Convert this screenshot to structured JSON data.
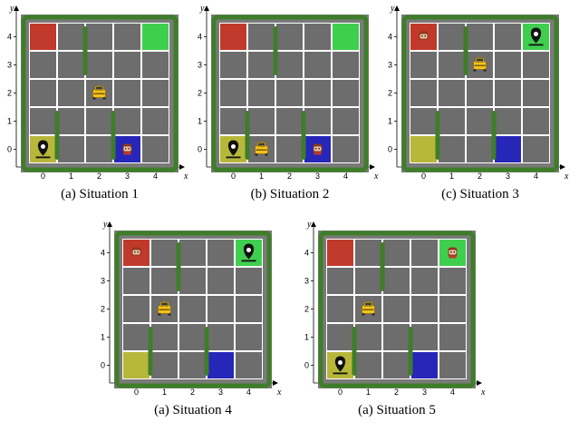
{
  "colors": {
    "red": "#c0392b",
    "green": "#3fcf4f",
    "yellow": "#b7b73a",
    "blue": "#2626b8",
    "floor": "#6d6d6d",
    "hedge": "#3f7d2a"
  },
  "axes": {
    "x_label": "x",
    "y_label": "y",
    "x_ticks": [
      "0",
      "1",
      "2",
      "3",
      "4"
    ],
    "y_ticks": [
      "0",
      "1",
      "2",
      "3",
      "4"
    ]
  },
  "grid": {
    "cols": 5,
    "rows": 5
  },
  "landmarks": {
    "red": [
      0,
      4
    ],
    "green": [
      4,
      4
    ],
    "yellow": [
      0,
      0
    ],
    "blue": [
      3,
      0
    ]
  },
  "walls": [
    {
      "x_after": 1,
      "y_from": 3,
      "y_to": 4
    },
    {
      "x_after": 0,
      "y_from": 0,
      "y_to": 1
    },
    {
      "x_after": 2,
      "y_from": 0,
      "y_to": 1
    }
  ],
  "situations": [
    {
      "caption": "(a) Situation 1",
      "taxi": [
        2,
        2
      ],
      "passenger": [
        3,
        0
      ],
      "destination": [
        0,
        0
      ]
    },
    {
      "caption": "(b) Situation 2",
      "taxi": [
        1,
        0
      ],
      "passenger": [
        3,
        0
      ],
      "destination": [
        0,
        0
      ]
    },
    {
      "caption": "(c) Situation 3",
      "taxi": [
        2,
        3
      ],
      "passenger": [
        0,
        4
      ],
      "destination": [
        4,
        4
      ]
    },
    {
      "caption": "(a) Situation 4",
      "taxi": [
        1,
        2
      ],
      "passenger": [
        0,
        4
      ],
      "destination": [
        4,
        4
      ]
    },
    {
      "caption": "(a) Situation 5",
      "taxi": [
        1,
        2
      ],
      "passenger": [
        4,
        4
      ],
      "destination": [
        0,
        0
      ]
    }
  ]
}
